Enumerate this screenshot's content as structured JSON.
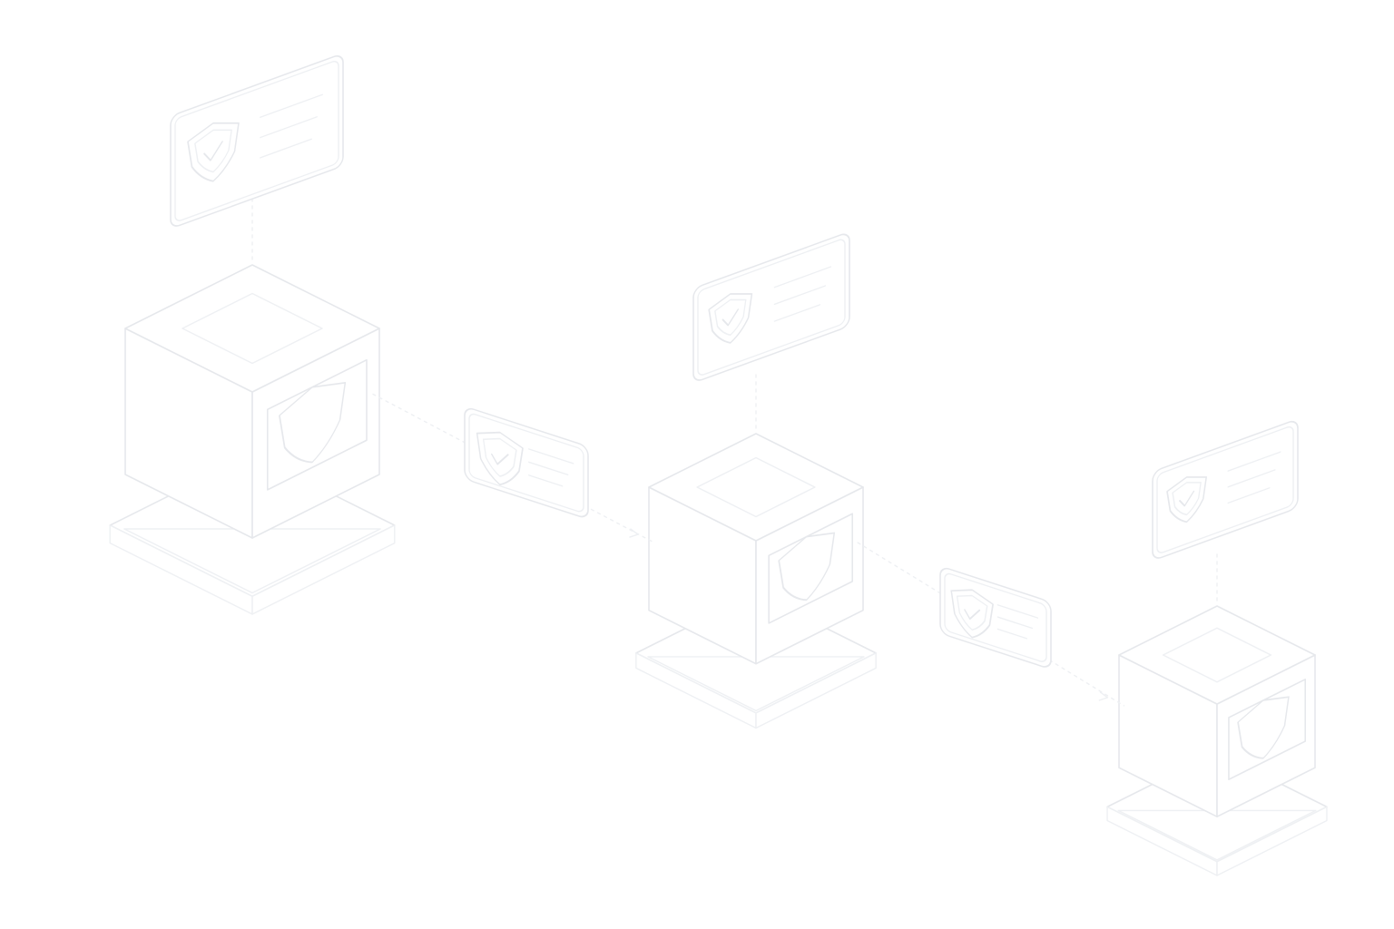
{
  "colors": {
    "background": "#ffffff",
    "line": "#e6e8ec",
    "soft": "#eef0f3"
  },
  "nodes": [
    {
      "name": "node-1",
      "icon": "shield-icon"
    },
    {
      "name": "node-2",
      "icon": "shield-icon"
    },
    {
      "name": "node-3",
      "icon": "shield-icon"
    }
  ],
  "links": [
    {
      "from": "node-1",
      "to": "node-2",
      "icon": "shield-icon"
    },
    {
      "from": "node-2",
      "to": "node-3",
      "icon": "shield-icon"
    }
  ]
}
